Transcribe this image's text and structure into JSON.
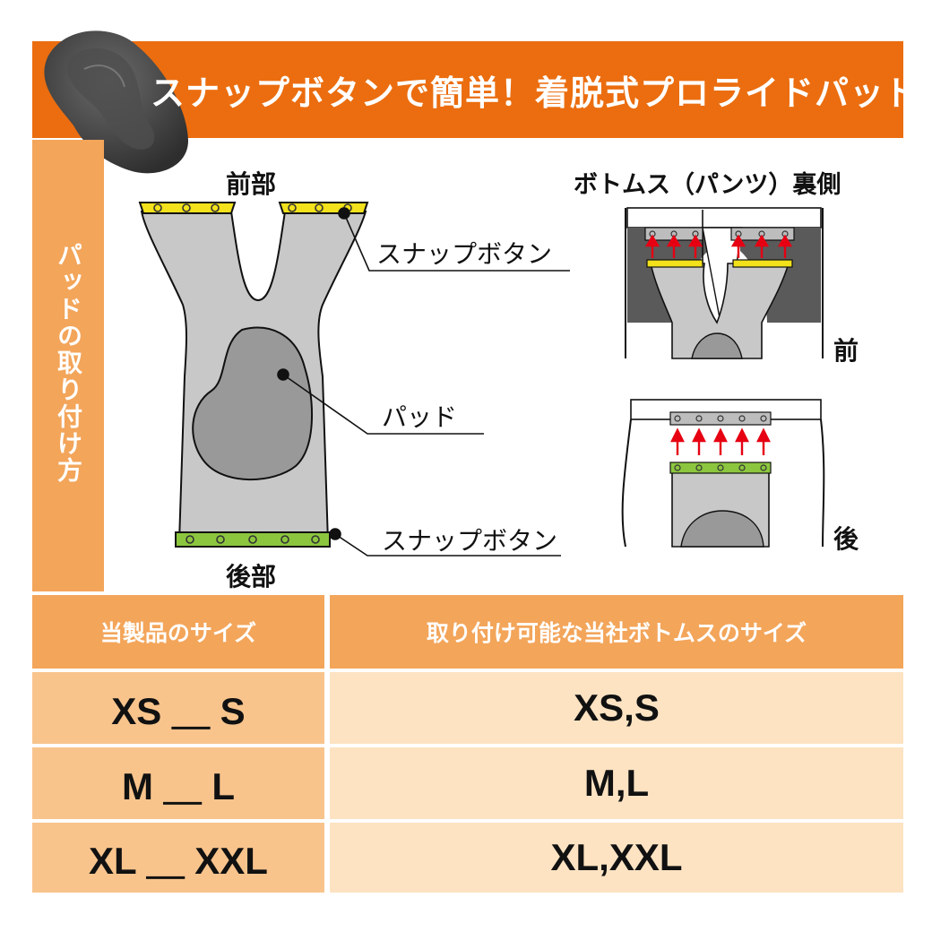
{
  "header": {
    "title": "スナップボタンで簡単！着脱式プロライドパッド",
    "color": "#eb6d0f"
  },
  "side": {
    "label": "パッドの取り付け方",
    "color": "#f3a55a"
  },
  "diagram_left": {
    "front_label": "前部",
    "back_label": "後部",
    "callout_snap_top": "スナップボタン",
    "callout_pad": "パッド",
    "callout_snap_bottom": "スナップボタン"
  },
  "diagram_right": {
    "title": "ボトムス（パンツ）裏側",
    "front_label": "前",
    "back_label": "後"
  },
  "size_table": {
    "headers": [
      "当製品のサイズ",
      "取り付け可能な当社ボトムスのサイズ"
    ],
    "rows": [
      [
        "XS ＿ S",
        "XS,S"
      ],
      [
        "M ＿ L",
        "M,L"
      ],
      [
        "XL ＿ XXL",
        "XL,XXL"
      ]
    ]
  },
  "colors": {
    "pad_fill": "#c8c8c8",
    "pad_core": "#999999",
    "snap_front": "#f2e11b",
    "snap_back": "#8cc63f",
    "arrow": "#e60012"
  }
}
